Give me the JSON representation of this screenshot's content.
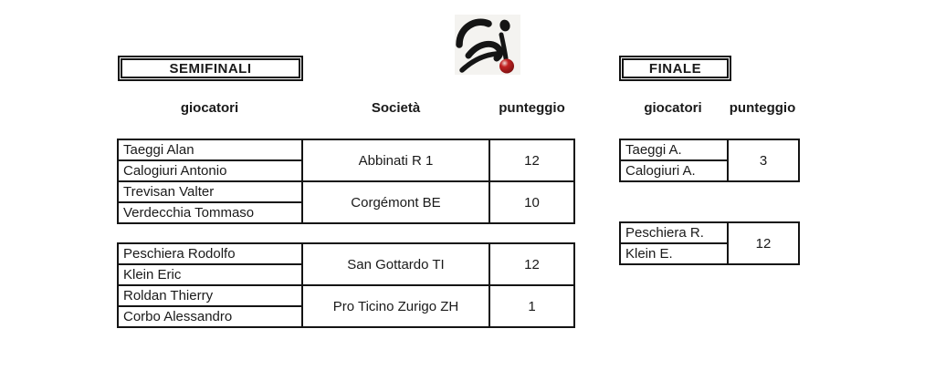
{
  "colors": {
    "text": "#1a1a1a",
    "table_border": "#141414",
    "icon_figure": "#151515",
    "icon_ball": "#b11c1c",
    "icon_background": "#f4f3f0"
  },
  "icon": {
    "name": "bocce-player-icon"
  },
  "semifinals": {
    "title": "SEMIFINALI",
    "columns": {
      "players": "giocatori",
      "club": "Società",
      "score": "punteggio"
    },
    "matches": [
      {
        "players": [
          "Taeggi Alan",
          "Calogiuri Antonio"
        ],
        "club": "Abbinati R 1",
        "score": "12"
      },
      {
        "players": [
          "Trevisan Valter",
          "Verdecchia Tommaso"
        ],
        "club": "Corgémont BE",
        "score": "10"
      },
      {
        "players": [
          "Peschiera Rodolfo",
          "Klein Eric"
        ],
        "club": "San Gottardo TI",
        "score": "12"
      },
      {
        "players": [
          "Roldan Thierry",
          "Corbo Alessandro"
        ],
        "club": "Pro Ticino Zurigo ZH",
        "score": "1"
      }
    ]
  },
  "final": {
    "title": "FINALE",
    "columns": {
      "players": "giocatori",
      "score": "punteggio"
    },
    "matches": [
      {
        "players": [
          "Taeggi A.",
          "Calogiuri A."
        ],
        "score": "3"
      },
      {
        "players": [
          "Peschiera R.",
          "Klein E."
        ],
        "score": "12"
      }
    ]
  }
}
